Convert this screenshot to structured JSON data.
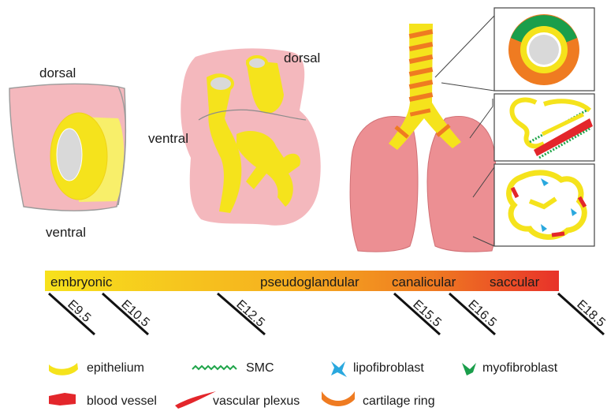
{
  "labels": {
    "dorsal_1": "dorsal",
    "ventral_1": "ventral",
    "dorsal_2": "dorsal",
    "ventral_2": "ventral"
  },
  "timeline": {
    "stages": [
      "embryonic",
      "pseudoglandular",
      "canalicular",
      "saccular"
    ],
    "ticks": [
      "E9.5",
      "E10.5",
      "E12.5",
      "E15.5",
      "E16.5",
      "E18.5"
    ],
    "gradient": [
      "#f7e11c",
      "#f6b21f",
      "#ef7b21",
      "#e8322a"
    ]
  },
  "legend": [
    {
      "label": "epithelium",
      "icon": "epithelium-icon",
      "color": "#f5e31c"
    },
    {
      "label": "SMC",
      "icon": "smc-icon",
      "color": "#1fa54a"
    },
    {
      "label": "lipofibroblast",
      "icon": "lipofibroblast-icon",
      "color": "#2aa8de"
    },
    {
      "label": "myofibroblast",
      "icon": "myofibroblast-icon",
      "color": "#1a9e4b"
    },
    {
      "label": "blood vessel",
      "icon": "blood-vessel-icon",
      "color": "#e3262b"
    },
    {
      "label": "vascular plexus",
      "icon": "vascular-plexus-icon",
      "color": "#e3262b"
    },
    {
      "label": "cartilage ring",
      "icon": "cartilage-ring-icon",
      "color": "#ef7b21"
    }
  ],
  "colors": {
    "mesenchyme": "#f4b8bd",
    "lung": "#ec8f93",
    "epithelium": "#f5e31c",
    "lumen": "#d9d9d9",
    "cartilage": "#ef7b21",
    "vessel": "#e3262b",
    "smc": "#1fa54a"
  }
}
